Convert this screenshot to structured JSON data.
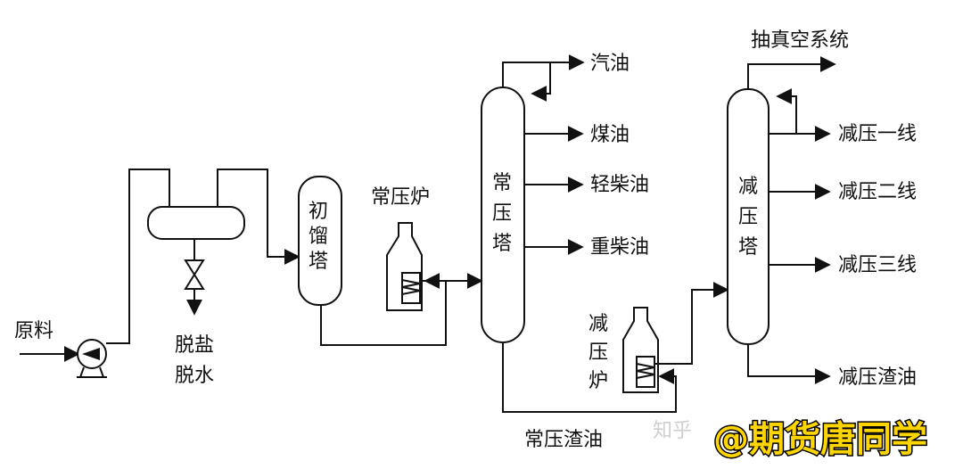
{
  "labels": {
    "raw_material": "原料",
    "desalt_1": "脱盐",
    "desalt_2": "脱水",
    "initial_tower": [
      "初",
      "馏",
      "塔"
    ],
    "atm_furnace": "常压炉",
    "atm_tower": [
      "常",
      "压",
      "塔"
    ],
    "gasoline": "汽油",
    "kerosene": "煤油",
    "light_diesel": "轻柴油",
    "heavy_diesel": "重柴油",
    "atm_residue": "常压渣油",
    "vac_furnace": [
      "减",
      "压",
      "炉"
    ],
    "vac_tower": [
      "减",
      "压",
      "塔"
    ],
    "vacuum_system": "抽真空系统",
    "vac_line_1": "减压一线",
    "vac_line_2": "减压二线",
    "vac_line_3": "减压三线",
    "vac_residue": "减压渣油"
  },
  "watermark": {
    "site": "知乎",
    "brand": "@期货唐同学"
  }
}
